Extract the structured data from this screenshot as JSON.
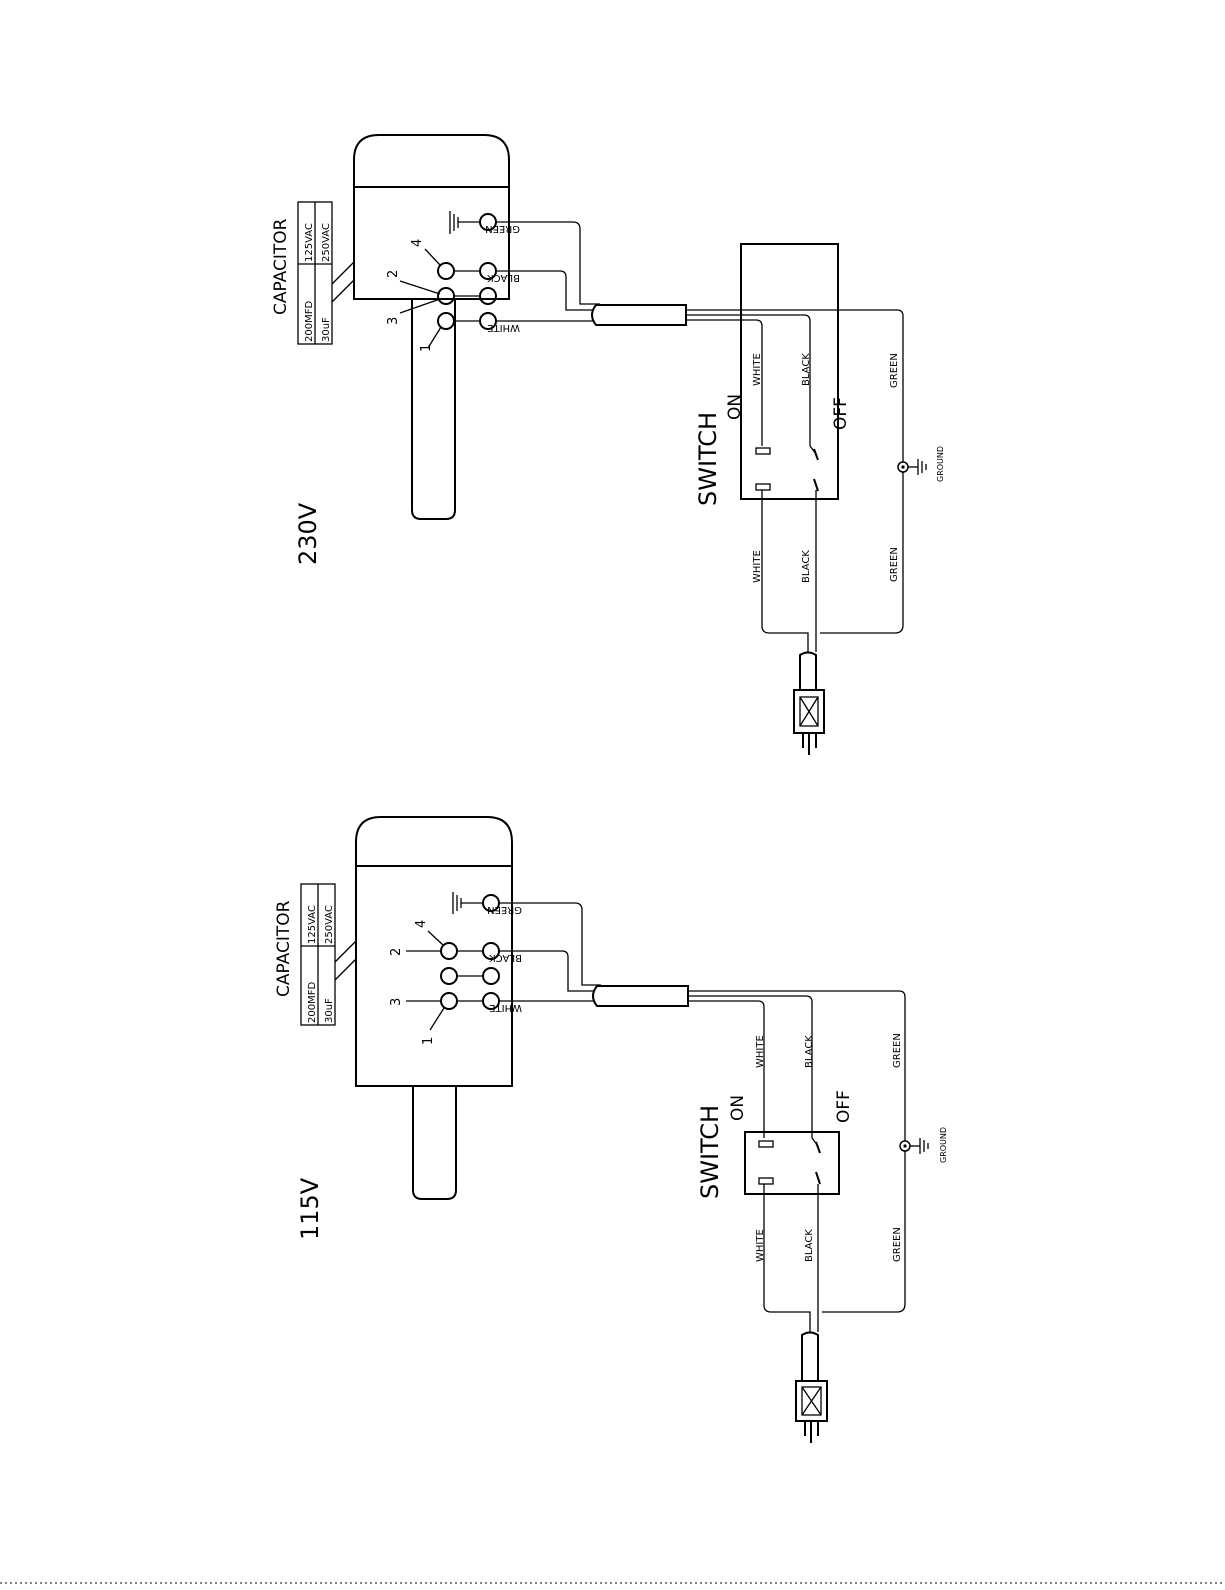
{
  "diagrams": [
    {
      "voltage": "230V",
      "capacitor_title": "CAPACITOR",
      "capacitor_values": [
        "200MFD",
        "125VAC",
        "30uF",
        "250VAC"
      ],
      "terminals": [
        "1",
        "2",
        "3",
        "4"
      ],
      "motor_wires": [
        "GREEN",
        "BLACK",
        "WHITE"
      ],
      "switch_title": "SWITCH",
      "switch_on": "ON",
      "switch_off": "OFF",
      "upper_wires": [
        "WHITE",
        "BLACK",
        "GREEN"
      ],
      "lower_wires": [
        "WHITE",
        "BLACK",
        "GREEN"
      ],
      "ground_label": "GROUND"
    },
    {
      "voltage": "115V",
      "capacitor_title": "CAPACITOR",
      "capacitor_values": [
        "200MFD",
        "125VAC",
        "30uF",
        "250VAC"
      ],
      "terminals": [
        "1",
        "2",
        "3",
        "4"
      ],
      "motor_wires": [
        "GREEN",
        "BLACK",
        "WHITE"
      ],
      "switch_title": "SWITCH",
      "switch_on": "ON",
      "switch_off": "OFF",
      "upper_wires": [
        "WHITE",
        "BLACK",
        "GREEN"
      ],
      "lower_wires": [
        "WHITE",
        "BLACK",
        "GREEN"
      ],
      "ground_label": "GROUND"
    }
  ]
}
